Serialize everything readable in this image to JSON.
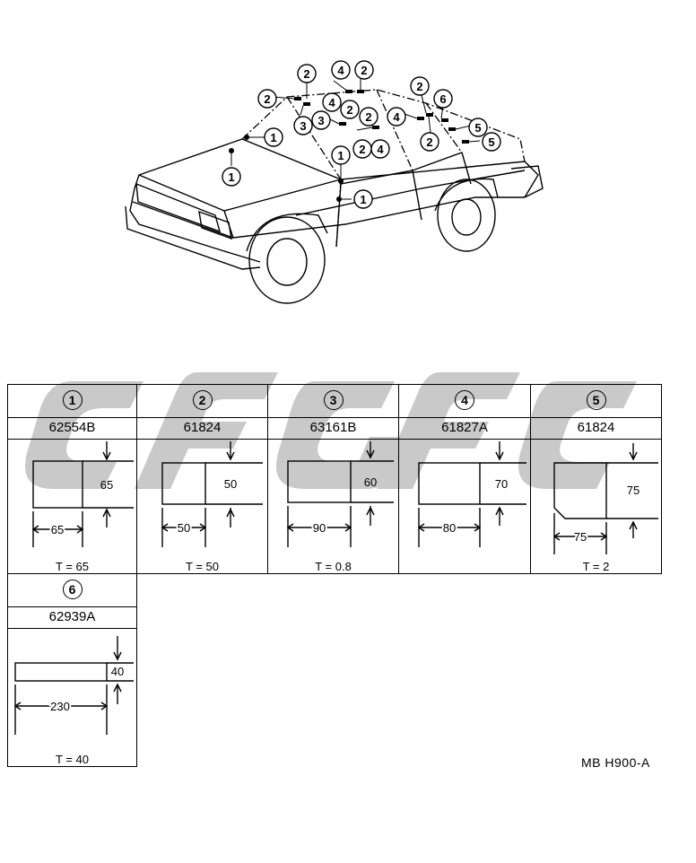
{
  "car_callouts": [
    "1",
    "1",
    "1",
    "1",
    "2",
    "2",
    "2",
    "2",
    "2",
    "2",
    "2",
    "2",
    "3",
    "3",
    "4",
    "4",
    "4",
    "5",
    "5",
    "6"
  ],
  "parts": [
    {
      "no": "1",
      "code": "62554B",
      "width": "65",
      "height": "65",
      "thickness": "T = 65"
    },
    {
      "no": "2",
      "code": "61824",
      "width": "50",
      "height": "50",
      "thickness": "T = 50"
    },
    {
      "no": "3",
      "code": "63161B",
      "width": "90",
      "height": "60",
      "thickness": "T = 0.8"
    },
    {
      "no": "4",
      "code": "61827A",
      "width": "80",
      "height": "70",
      "thickness": ""
    },
    {
      "no": "5",
      "code": "61824",
      "width": "75",
      "height": "75",
      "thickness": "T = 2"
    },
    {
      "no": "6",
      "code": "62939A",
      "width": "230",
      "height": "40",
      "thickness": "T = 40"
    }
  ],
  "footer": {
    "code": "MB  H900-A"
  },
  "colors": {
    "watermark": "#c8c8c8",
    "line": "#000000"
  }
}
